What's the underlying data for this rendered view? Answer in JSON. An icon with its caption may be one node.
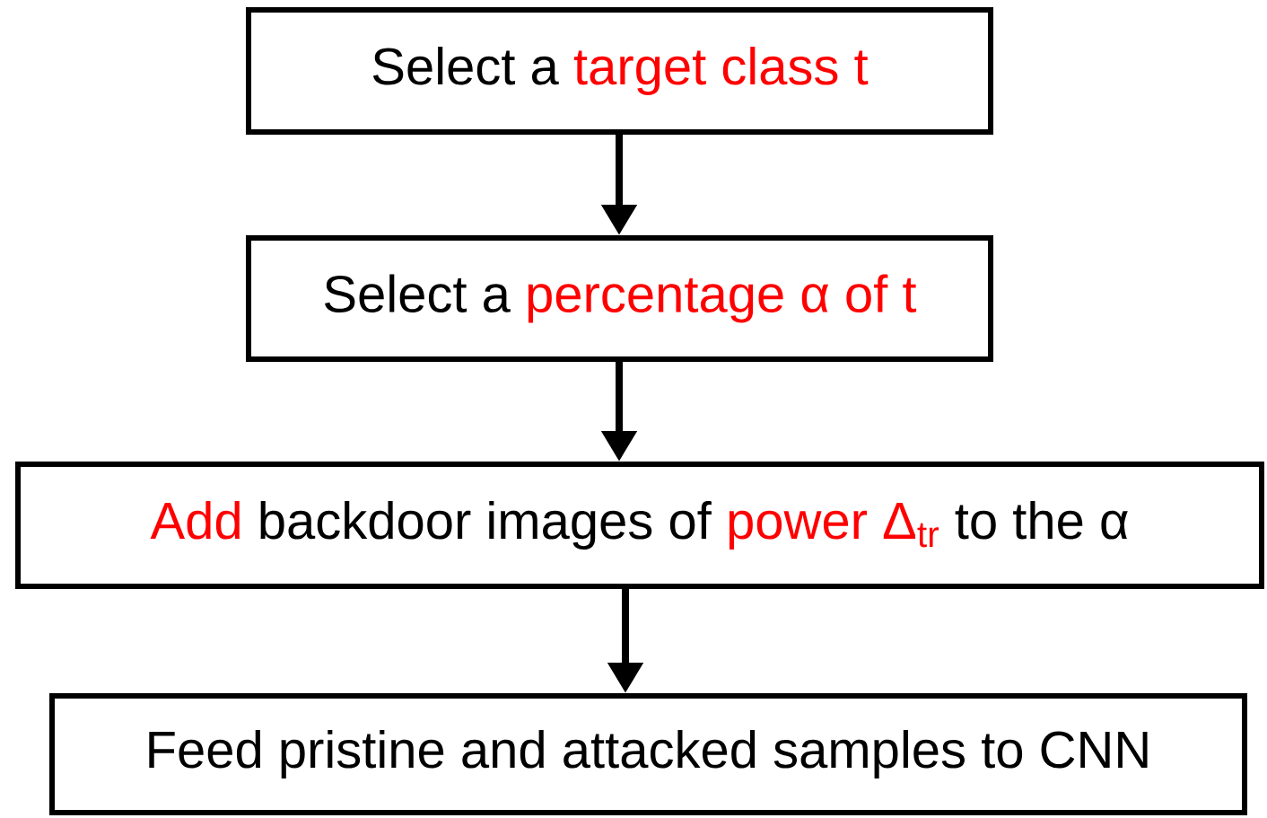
{
  "diagram": {
    "nodes": [
      {
        "text": [
          "Select a",
          "target class t"
        ]
      },
      {
        "text": [
          "Select a",
          "percentage α of t"
        ]
      },
      {
        "text": [
          "Add",
          "backdoor images of",
          "power Δ$_{tr}$",
          "to the α"
        ]
      },
      {
        "text": [
          "Feed pristine and attacked samples to CNN"
        ]
      }
    ],
    "edges": [
      {
        "from": 0,
        "to": 1,
        "arrow": "to"
      },
      {
        "from": 1,
        "to": 2,
        "arrow": "to"
      },
      {
        "from": 2,
        "to": 3,
        "arrow": "to"
      }
    ]
  }
}
